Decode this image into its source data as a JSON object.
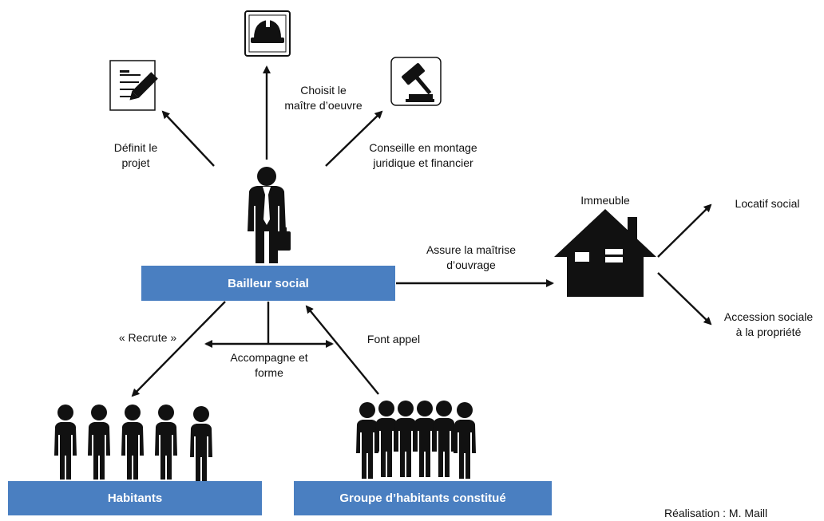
{
  "icons": {
    "document": "document-pencil-icon",
    "helmet": "hard-hat-icon",
    "gavel": "gavel-icon",
    "businessman": "businessman-icon",
    "house": "house-icon",
    "people": "people-group-icon"
  },
  "colors": {
    "box": "#4a7fc1",
    "box_text": "#ffffff",
    "arrow": "#111111",
    "title_fragment": "#7ea3da"
  },
  "labels": {
    "defines": "Définit le\nprojet",
    "chooses": "Choisit le\nmaître d’oeuvre",
    "advises": "Conseille en montage\njuridique et financier",
    "ensures": "Assure la maîtrise\nd’ouvrage",
    "building": "Immeuble",
    "rental": "Locatif social",
    "accession": "Accession sociale\nà la propriété",
    "recruits": "« Recrute »",
    "supports": "Accompagne et\nforme",
    "appeal": "Font appel",
    "credit": "Réalisation : M. Maill"
  },
  "boxes": {
    "landlord": "Bailleur social",
    "residents": "Habitants",
    "group": "Groupe d’habitants constitué"
  }
}
